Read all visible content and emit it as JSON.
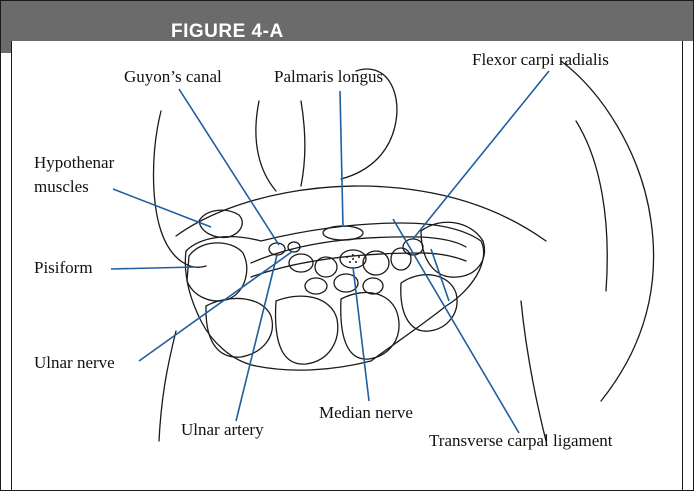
{
  "figure": {
    "label": "FIGURE 4-A"
  },
  "labels": {
    "guyons_canal": "Guyon’s canal",
    "palmaris_longus": "Palmaris longus",
    "flexor_carpi_radialis": "Flexor carpi radialis",
    "hypothenar_line1": "Hypothenar",
    "hypothenar_line2": "muscles",
    "pisiform": "Pisiform",
    "ulnar_nerve": "Ulnar nerve",
    "ulnar_artery": "Ulnar artery",
    "median_nerve": "Median nerve",
    "transverse_carpal_ligament": "Transverse carpal ligament"
  },
  "colors": {
    "header": "#6b6b6b",
    "leader_line": "#1f5fa0",
    "ink": "#111111"
  }
}
